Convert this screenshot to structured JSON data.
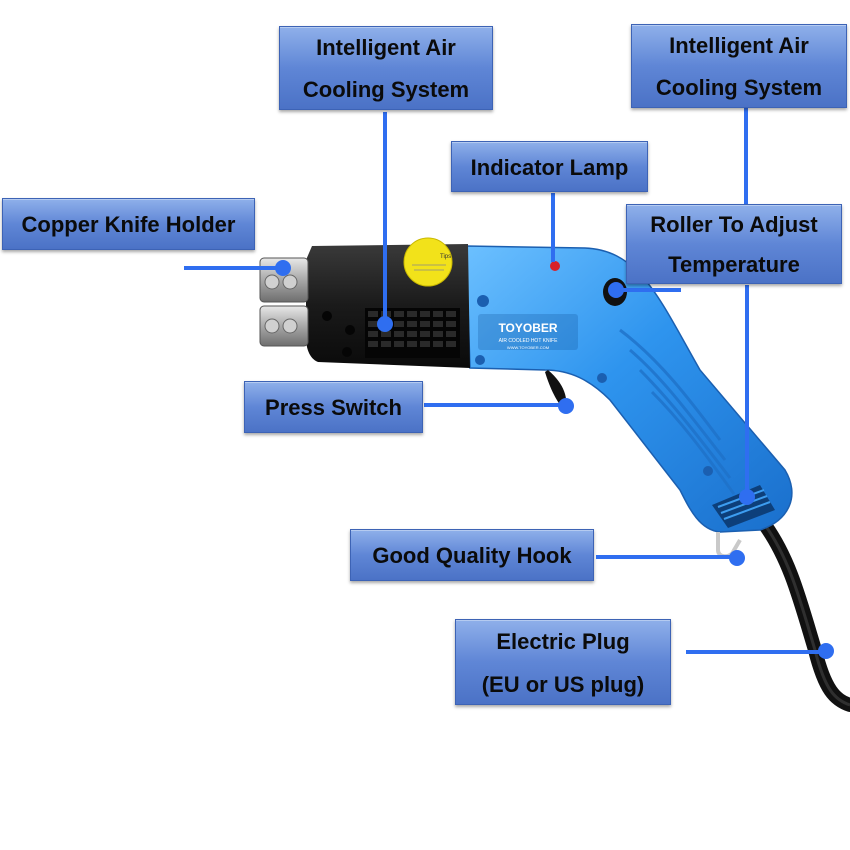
{
  "colors": {
    "label_bg": "#5f86d6",
    "leader_line": "#2f6ef0",
    "tool_body": "#3d9df0",
    "tool_head": "#1b1b1b",
    "cable": "#111111"
  },
  "labels": {
    "copper_knife_holder": "Copper Knife Holder",
    "air_cooling_left": [
      "Intelligent Air",
      "Cooling System"
    ],
    "air_cooling_right": [
      "Intelligent Air",
      "Cooling System"
    ],
    "indicator_lamp": "Indicator Lamp",
    "roller_adjust": [
      "Roller To Adjust",
      "Temperature"
    ],
    "press_switch": "Press Switch",
    "good_quality_hook": "Good Quality Hook",
    "electric_plug": [
      "Electric Plug",
      "(EU or US plug)"
    ]
  },
  "product": {
    "brand": "TOYOBER",
    "model_text": "AIR COOLED HOT KNIFE",
    "website": "WWW.TOYOBER.COM",
    "sticker_text": "Tips"
  }
}
